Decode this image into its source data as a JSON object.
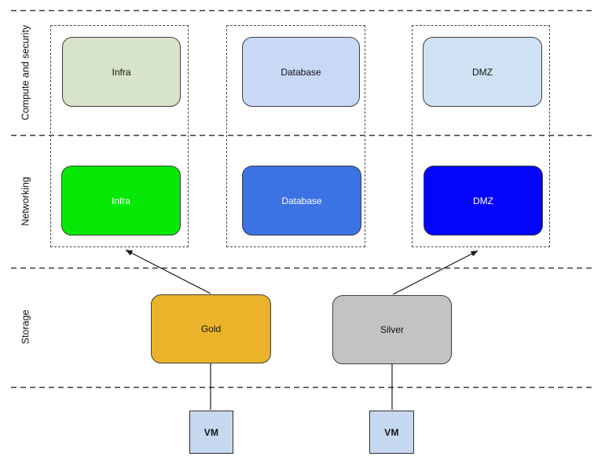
{
  "lanes": [
    {
      "label": "Compute and security"
    },
    {
      "label": "Networking"
    },
    {
      "label": "Storage"
    }
  ],
  "colors": {
    "lane_line": "#3a3a3a",
    "group_border": "#4a4a4a",
    "node_border": "#3d3d3d",
    "connector": "#1a1a1a"
  },
  "nodes": [
    {
      "id": "compute-infra",
      "label": "Infra",
      "fill": "#d8e4ca",
      "text_color": "#111111"
    },
    {
      "id": "compute-database",
      "label": "Database",
      "fill": "#c8d9f8",
      "text_color": "#111111"
    },
    {
      "id": "compute-dmz",
      "label": "DMZ",
      "fill": "#cfe2f3",
      "text_color": "#111111"
    },
    {
      "id": "networking-infra",
      "label": "Infra",
      "fill": "#06e906",
      "text_color": "#ffffff"
    },
    {
      "id": "networking-database",
      "label": "Database",
      "fill": "#3b72e4",
      "text_color": "#ffffff"
    },
    {
      "id": "networking-dmz",
      "label": "DMZ",
      "fill": "#0404fa",
      "text_color": "#ffffff"
    },
    {
      "id": "storage-gold",
      "label": "Gold",
      "fill": "#ebb32a",
      "text_color": "#111111"
    },
    {
      "id": "storage-silver",
      "label": "Silver",
      "fill": "#c3c3c3",
      "text_color": "#111111"
    },
    {
      "id": "vm-1",
      "label": "VM",
      "fill": "#c6d9f0",
      "text_color": "#111111"
    },
    {
      "id": "vm-2",
      "label": "VM",
      "fill": "#c6d9f0",
      "text_color": "#111111"
    }
  ],
  "edges": [
    {
      "from": "storage-gold",
      "to": "networking-infra-group",
      "arrow": true
    },
    {
      "from": "storage-silver",
      "to": "networking-dmz-group",
      "arrow": true
    },
    {
      "from": "storage-gold",
      "to": "vm-1",
      "arrow": false
    },
    {
      "from": "storage-silver",
      "to": "vm-2",
      "arrow": false
    }
  ]
}
